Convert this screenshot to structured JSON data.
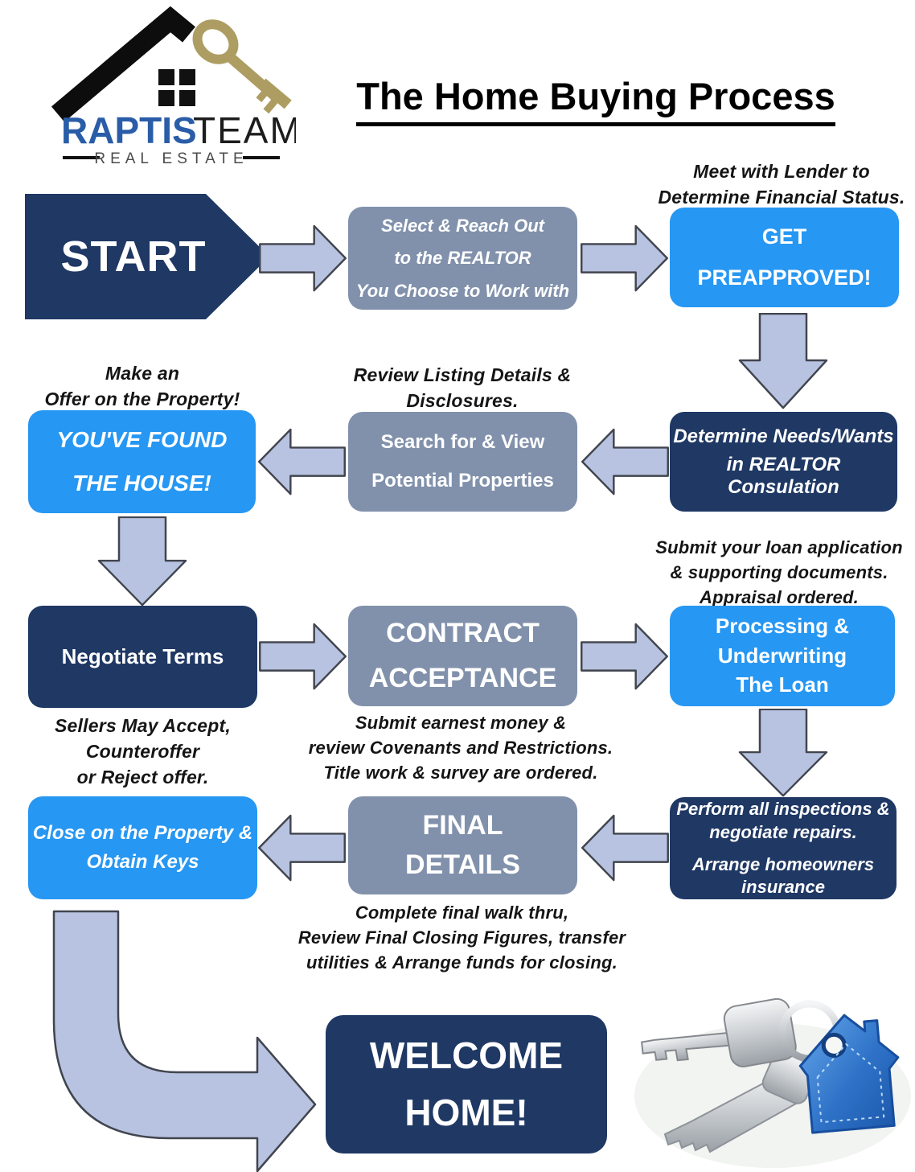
{
  "logo": {
    "brand_primary": "RAPTIS",
    "brand_secondary": "TEAM",
    "tagline": "REAL ESTATE",
    "icons": [
      "house-roof-icon",
      "window-icon",
      "key-icon"
    ]
  },
  "title": "The Home Buying Process",
  "colors": {
    "navy_box": "#1F3864",
    "blue_box": "#2697F3",
    "gray_box": "#8191AC",
    "arrow_fill": "#B8C3E1",
    "arrow_outline": "#41454E",
    "brand_blue": "#2A5DA8",
    "key_gold": "#AE9D62"
  },
  "flow": {
    "start": {
      "label": "START"
    },
    "select_realtor": {
      "lines": [
        "Select & Reach Out",
        "to the REALTOR",
        "You Choose to Work with"
      ]
    },
    "get_preapproved": {
      "lines": [
        "GET",
        "PREAPPROVED!"
      ],
      "note": [
        "Meet with Lender to",
        "Determine Financial Status."
      ]
    },
    "realtor_consult": {
      "lines": [
        "Determine Needs/Wants",
        "in REALTOR Consulation"
      ]
    },
    "search_properties": {
      "lines": [
        "Search for & View",
        "Potential Properties"
      ],
      "note": [
        "Review Listing Details &",
        "Disclosures."
      ]
    },
    "found_house": {
      "lines": [
        "YOU'VE FOUND",
        "THE HOUSE!"
      ],
      "note": [
        "Make an",
        "Offer on the Property!"
      ]
    },
    "negotiate": {
      "label": "Negotiate Terms",
      "note": [
        "Sellers May Accept,",
        "Counteroffer",
        "or Reject offer."
      ]
    },
    "contract": {
      "lines": [
        "CONTRACT",
        "ACCEPTANCE"
      ],
      "note": [
        "Submit earnest money &",
        "review Covenants and Restrictions.",
        "Title work & survey are ordered."
      ]
    },
    "processing": {
      "lines": [
        "Processing &",
        "Underwriting",
        "The Loan"
      ],
      "note": [
        "Submit your loan application",
        "& supporting documents.",
        "Appraisal ordered."
      ]
    },
    "inspections": {
      "para1": [
        "Perform all inspections &",
        "negotiate repairs."
      ],
      "para2": [
        "Arrange homeowners",
        "insurance"
      ]
    },
    "final_details": {
      "lines": [
        "FINAL",
        "DETAILS"
      ],
      "note": [
        "Complete final walk thru,",
        "Review Final Closing Figures, transfer",
        "utilities & Arrange funds for closing."
      ]
    },
    "close_property": {
      "lines": [
        "Close on the Property &",
        "Obtain Keys"
      ]
    },
    "welcome": {
      "lines": [
        "WELCOME",
        "HOME!"
      ]
    }
  }
}
